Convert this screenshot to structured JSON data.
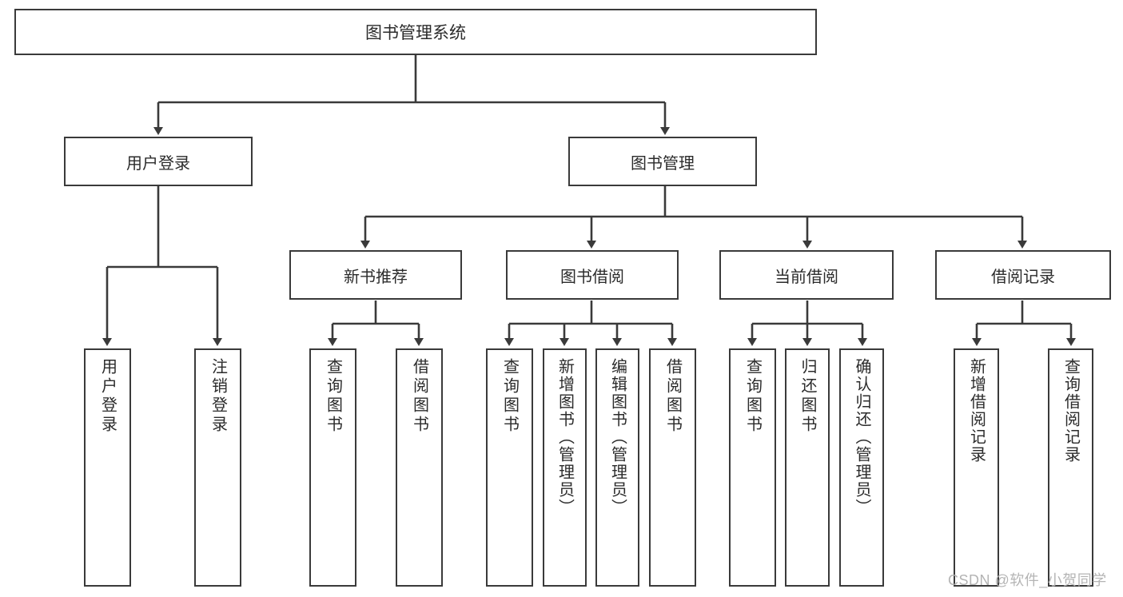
{
  "diagram": {
    "title": "图书管理系统",
    "type": "tree",
    "style": {
      "box_border": "#3a3a3a",
      "box_fill": "#ffffff",
      "line_color": "#3a3a3a",
      "text_color": "#2b2b2b",
      "background": "#ffffff",
      "watermark_color": "#b4b4b4"
    },
    "root": {
      "label": "图书管理系统"
    },
    "level1": [
      {
        "label": "用户登录"
      },
      {
        "label": "图书管理"
      }
    ],
    "level2": [
      {
        "label": "新书推荐"
      },
      {
        "label": "图书借阅"
      },
      {
        "label": "当前借阅"
      },
      {
        "label": "借阅记录"
      }
    ],
    "leaves": {
      "user_login": [
        {
          "label": "用户登录"
        },
        {
          "label": "注销登录"
        }
      ],
      "new_book_recommend": [
        {
          "label": "查询图书"
        },
        {
          "label": "借阅图书"
        }
      ],
      "book_borrow": [
        {
          "label": "查询图书"
        },
        {
          "label": "新增图书（管理员）"
        },
        {
          "label": "编辑图书（管理员）"
        },
        {
          "label": "借阅图书"
        }
      ],
      "current_borrow": [
        {
          "label": "查询图书"
        },
        {
          "label": "归还图书"
        },
        {
          "label": "确认归还（管理员）"
        }
      ],
      "borrow_record": [
        {
          "label": "新增借阅记录"
        },
        {
          "label": "查询借阅记录"
        }
      ]
    }
  },
  "watermark": {
    "text": "CSDN @软件_小贺同学"
  }
}
